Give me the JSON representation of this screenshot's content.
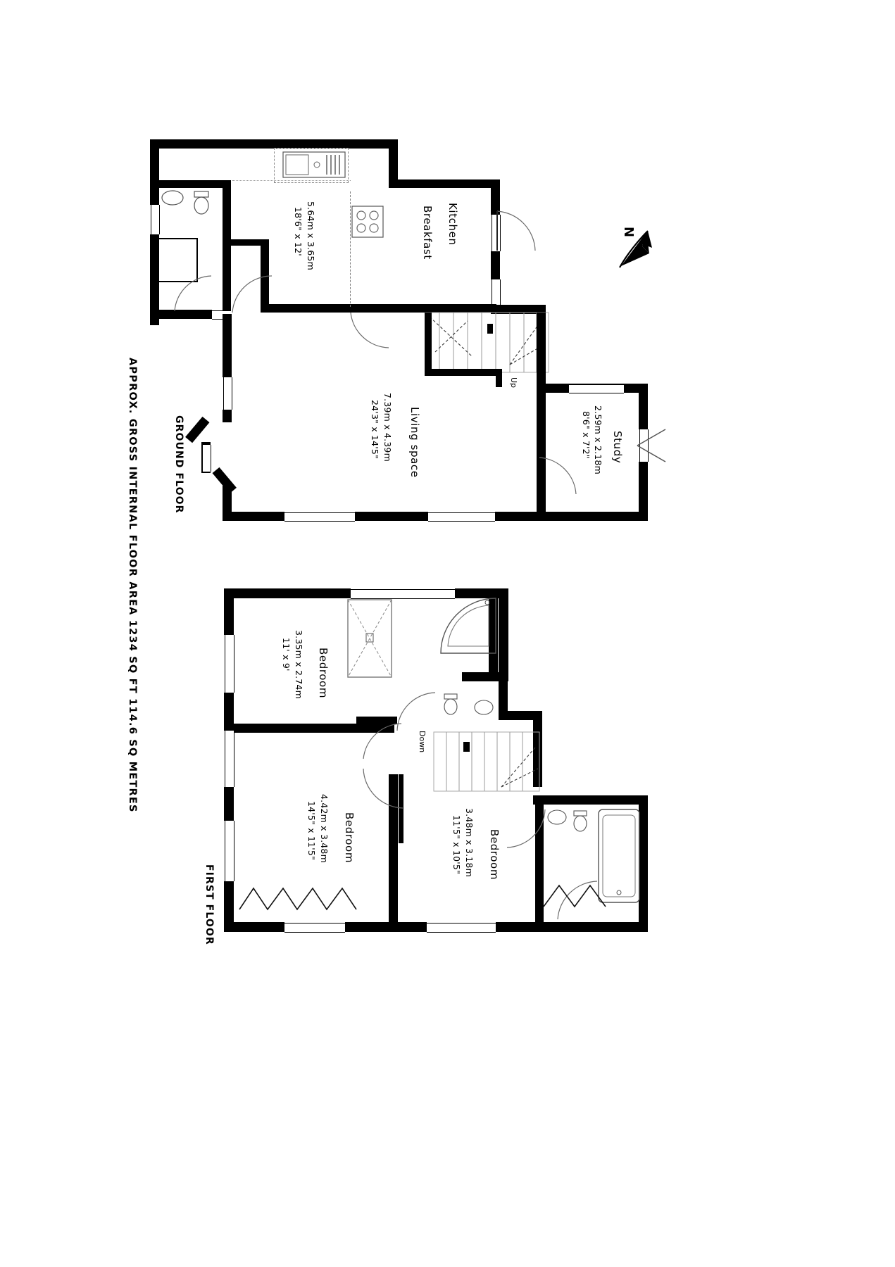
{
  "document": {
    "type": "floor-plan",
    "area_note": "APPROX. GROSS INTERNAL FLOOR AREA 1234 SQ FT 114.6 SQ METRES",
    "compass_label": "N"
  },
  "floors": [
    {
      "id": "ground",
      "title": "GROUND FLOOR",
      "rooms": [
        {
          "name": "Kitchen",
          "name2": "Breakfast",
          "dim_metric": "5.64m x 3.65m",
          "dim_imperial": "18'6\" x 12'"
        },
        {
          "name": "Living space",
          "dim_metric": "7.39m x 4.39m",
          "dim_imperial": "24'3\" x 14'5\""
        },
        {
          "name": "Study",
          "dim_metric": "2.59m x 2.18m",
          "dim_imperial": "8'6\" x 7'2\""
        }
      ],
      "stair_label": "Up"
    },
    {
      "id": "first",
      "title": "FIRST FLOOR",
      "rooms": [
        {
          "name": "Bedroom",
          "dim_metric": "3.35m x 2.74m",
          "dim_imperial": "11' x 9'"
        },
        {
          "name": "Bedroom",
          "dim_metric": "4.42m x 3.48m",
          "dim_imperial": "14'5\" x 11'5\""
        },
        {
          "name": "Bedroom",
          "dim_metric": "3.48m x 3.18m",
          "dim_imperial": "11'5\" x 10'5\""
        }
      ],
      "stair_label": "Down"
    }
  ],
  "colors": {
    "wall": "#000000",
    "paper": "#ffffff",
    "fixture_line": "#7a7a7a"
  }
}
